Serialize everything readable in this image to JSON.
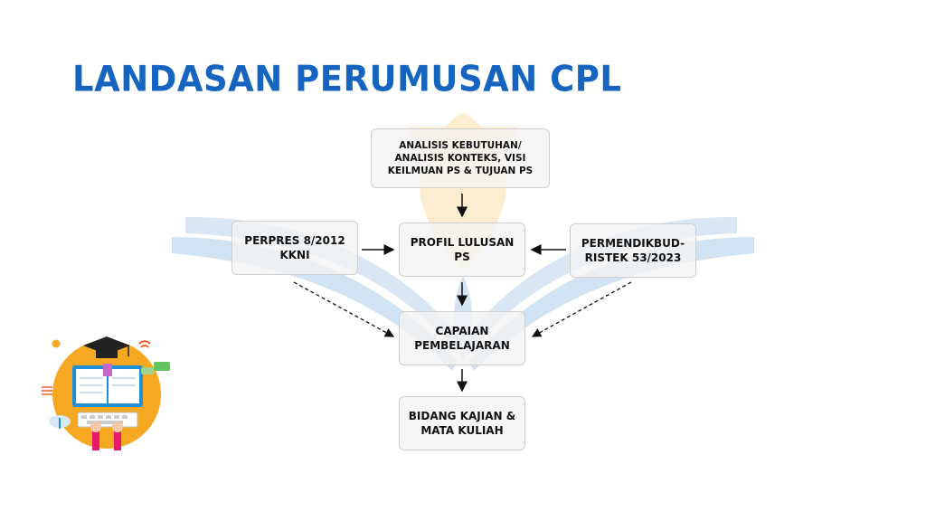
{
  "title": "LANDASAN PERUMUSAN CPL",
  "boxes": {
    "analisis": "ANALISIS KEBUTUHAN/\nANALISIS KONTEKS, VISI\nKEILMUAN PS & TUJUAN PS",
    "profil": "PROFIL LULUSAN\nPS",
    "perpres": "PERPRES 8/2012\nKKNI",
    "permen": "PERMENDIKBUD-\nRISTEK  53/2023",
    "capaian": "CAPAIAN\nPEMBELAJARAN",
    "bidang": "BIDANG KAJIAN &\nMATA KULIAH"
  },
  "colors": {
    "title": "#1565c0",
    "watermark_blue": "#c9ddf0",
    "watermark_yellow": "#fbe7c2",
    "box_border": "#cfcfcf",
    "box_fill": "#f3f3f3",
    "arrow": "#111111",
    "illustration_orange": "#f7a823",
    "illustration_blue": "#1f8fd8"
  },
  "icons": [
    "graduation-cap-icon",
    "open-book-icon",
    "keyboard-icon",
    "cloud-download-icon",
    "chat-bubble-icon",
    "wifi-icon",
    "location-pin-icon"
  ]
}
